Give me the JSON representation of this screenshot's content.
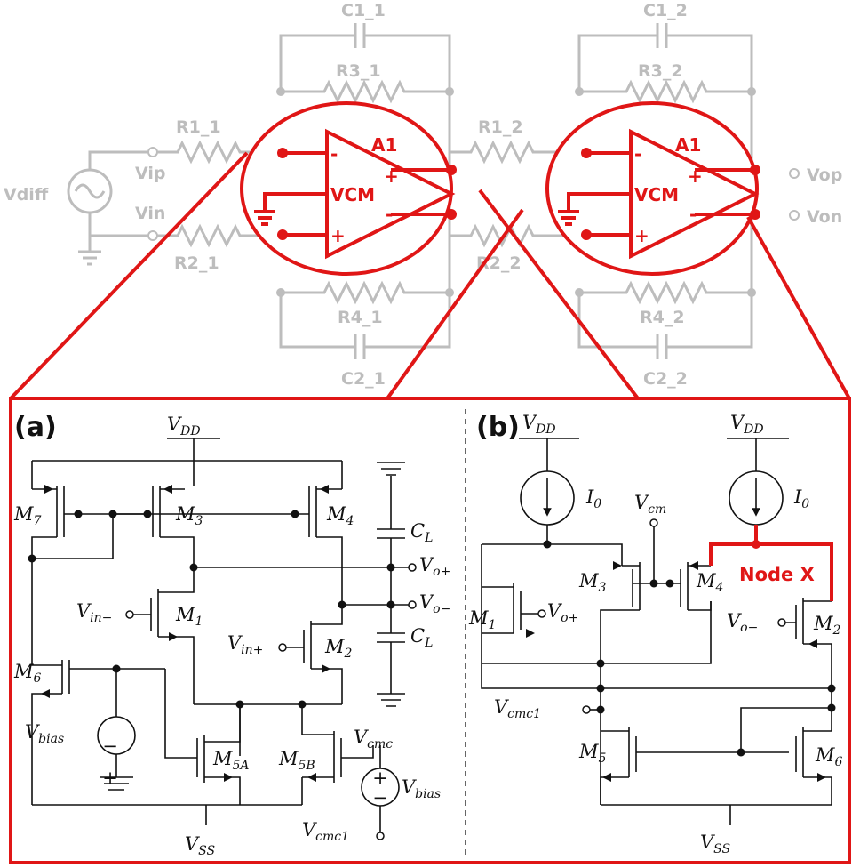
{
  "colors": {
    "accent": "#e01616",
    "gray": "#bdbdbd",
    "ink": "#111111"
  },
  "top_schematic": {
    "source": "Vdiff",
    "inputs": [
      "Vip",
      "Vin"
    ],
    "outputs": [
      "Vop",
      "Von"
    ],
    "resistors": [
      "R1_1",
      "R2_1",
      "R3_1",
      "R4_1",
      "R1_2",
      "R2_2",
      "R3_2",
      "R4_2"
    ],
    "capacitors": [
      "C1_1",
      "C2_1",
      "C1_2",
      "C2_2"
    ],
    "amplifiers": [
      {
        "name": "A1",
        "vcm": "VCM",
        "in_minus": "-",
        "in_plus": "+",
        "out_plus": "+",
        "out_minus": "-"
      },
      {
        "name": "A1",
        "vcm": "VCM",
        "in_minus": "-",
        "in_plus": "+",
        "out_plus": "+",
        "out_minus": "-"
      }
    ]
  },
  "panel_a": {
    "tag": "(a)",
    "supply_top": {
      "base": "V",
      "sub": "DD"
    },
    "supply_bottom": {
      "base": "V",
      "sub": "SS"
    },
    "transistors": [
      {
        "base": "M",
        "sub": "7"
      },
      {
        "base": "M",
        "sub": "3"
      },
      {
        "base": "M",
        "sub": "4"
      },
      {
        "base": "M",
        "sub": "1"
      },
      {
        "base": "M",
        "sub": "2"
      },
      {
        "base": "M",
        "sub": "6"
      },
      {
        "base": "M",
        "sub": "5A"
      },
      {
        "base": "M",
        "sub": "5B"
      }
    ],
    "signals": {
      "vin_minus": {
        "base": "V",
        "sub": "in−"
      },
      "vin_plus": {
        "base": "V",
        "sub": "in+"
      },
      "vo_plus": {
        "base": "V",
        "sub": "o+"
      },
      "vo_minus": {
        "base": "V",
        "sub": "o−"
      },
      "vcmc": {
        "base": "V",
        "sub": "cmc"
      },
      "vcmc1": {
        "base": "V",
        "sub": "cmc1"
      },
      "vbias_left": {
        "base": "V",
        "sub": "bias"
      },
      "vbias_right": {
        "base": "V",
        "sub": "bias"
      }
    },
    "caps": [
      {
        "base": "C",
        "sub": "L"
      },
      {
        "base": "C",
        "sub": "L"
      }
    ],
    "source_signs": [
      "+",
      "−"
    ]
  },
  "panel_b": {
    "tag": "(b)",
    "supply_top": {
      "base": "V",
      "sub": "DD"
    },
    "supply_bottom": {
      "base": "V",
      "sub": "SS"
    },
    "current_source": {
      "base": "I",
      "sub": "0"
    },
    "transistors": [
      {
        "base": "M",
        "sub": "1"
      },
      {
        "base": "M",
        "sub": "2"
      },
      {
        "base": "M",
        "sub": "3"
      },
      {
        "base": "M",
        "sub": "4"
      },
      {
        "base": "M",
        "sub": "5"
      },
      {
        "base": "M",
        "sub": "6"
      }
    ],
    "signals": {
      "vcm": {
        "base": "V",
        "sub": "cm"
      },
      "vo_plus": {
        "base": "V",
        "sub": "o+"
      },
      "vo_minus": {
        "base": "V",
        "sub": "o−"
      },
      "vcmc1": {
        "base": "V",
        "sub": "cmc1"
      }
    },
    "node_label": "Node X"
  }
}
